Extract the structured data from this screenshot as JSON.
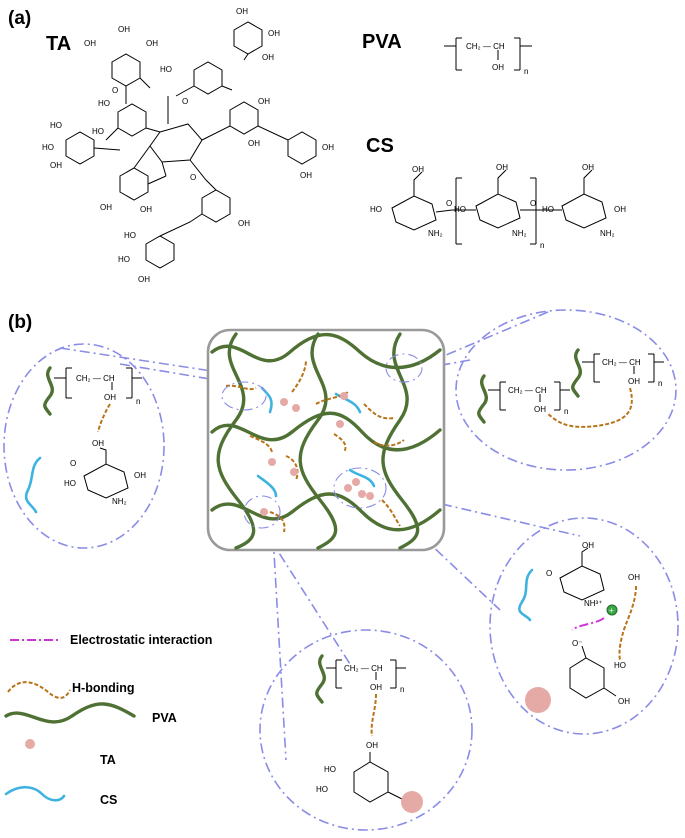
{
  "panel_a": {
    "label": "(a)",
    "ta": {
      "title": "TA",
      "groups": {
        "oh": "OH",
        "ho": "HO",
        "o": "O"
      }
    },
    "pva": {
      "title": "PVA",
      "backbone": "CH₂ — CH",
      "side": "OH",
      "repeat": "n"
    },
    "cs": {
      "title": "CS",
      "oh": "OH",
      "ho": "HO",
      "o": "O",
      "nh2": "NH₂",
      "repeat": "n"
    }
  },
  "panel_b": {
    "label": "(b)",
    "insets": {
      "left": {
        "backbone": "CH₂ — CH",
        "side": "OH",
        "repeat": "n",
        "oh": "OH",
        "ho": "HO",
        "o": "O",
        "nh2": "NH₂"
      },
      "top_right": {
        "backbone": "CH₂ — CH",
        "side": "OH",
        "repeat": "n"
      },
      "right": {
        "oh": "OH",
        "o": "O",
        "nh3": "NH³⁺",
        "plus": "+",
        "ominus": "O⁻",
        "ho": "HO"
      },
      "bottom": {
        "backbone": "CH₂ — CH",
        "side": "OH",
        "repeat": "n",
        "oh": "OH",
        "ho": "HO"
      }
    },
    "legend": [
      {
        "key": "electrostatic",
        "label": "Electrostatic interaction"
      },
      {
        "key": "hbond",
        "label": "H-bonding"
      },
      {
        "key": "pva",
        "label": "PVA"
      },
      {
        "key": "ta",
        "label": "TA"
      },
      {
        "key": "cs",
        "label": "CS"
      }
    ]
  },
  "colors": {
    "pva": "#4f7134",
    "cs": "#3eb3e0",
    "hbond": "#b8741a",
    "electrostatic": "#d233d6",
    "ta": "#e5aaa6",
    "zoom_outline": "#8a8ce6",
    "network_frame": "#9a9a9a"
  }
}
